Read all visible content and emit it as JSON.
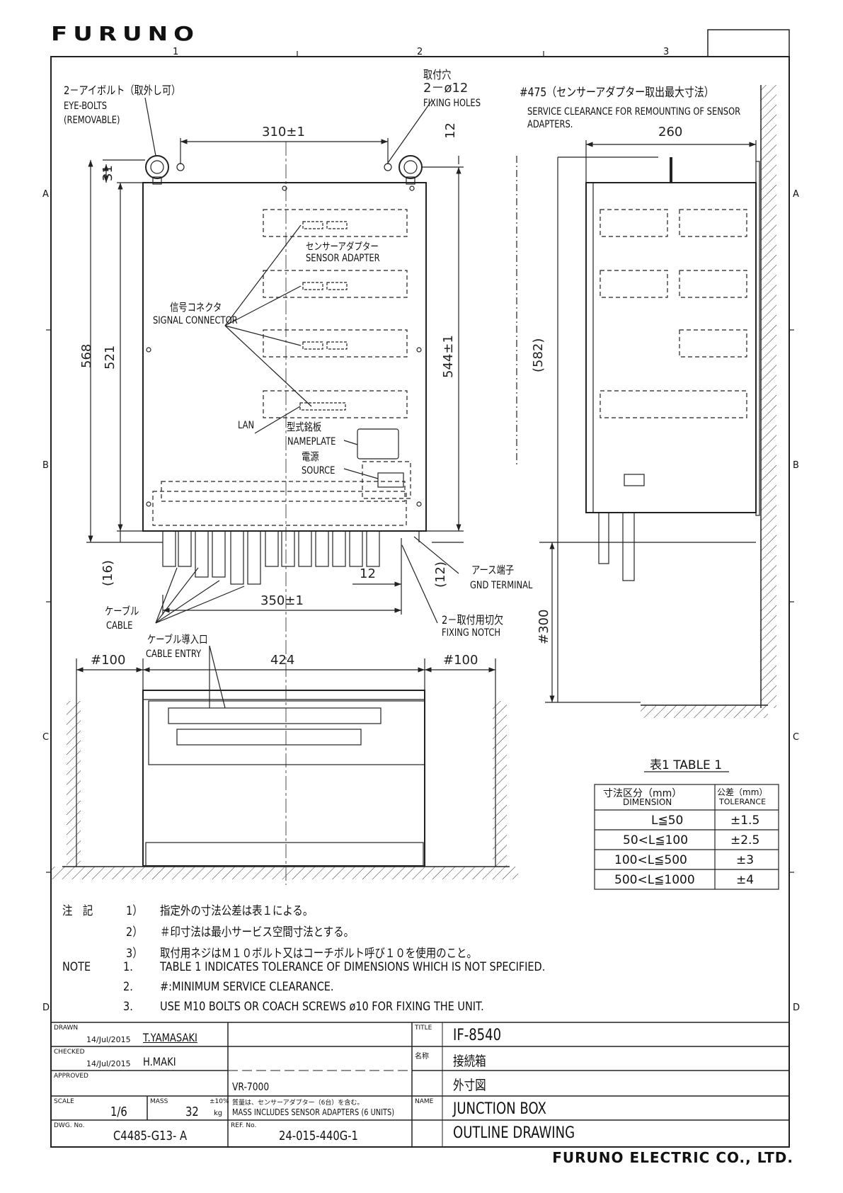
{
  "header": {
    "logo": "FURUNO",
    "zones": [
      "1",
      "2",
      "3"
    ],
    "rows": [
      "A",
      "B",
      "C",
      "D"
    ]
  },
  "front_view": {
    "eyebolts_jp": "2－アイボルト（取外し可）",
    "eyebolts_en_1": "EYE-BOLTS",
    "eyebolts_en_2": "(REMOVABLE)",
    "fixing_holes_jp_1": "取付穴",
    "fixing_holes_jp_2": "2－ø12",
    "fixing_holes_en": "FIXING HOLES",
    "dim_310": "310±1",
    "dim_12_top": "12",
    "dim_31": "31",
    "dim_568": "568",
    "dim_521": "521",
    "dim_544": "544±1",
    "dim_16": "(16)",
    "dim_12_bottom": "12",
    "dim_12_paren": "(12)",
    "dim_350": "350±1",
    "sensor_adapter_jp": "センサーアダプター",
    "sensor_adapter_en": "SENSOR ADAPTER",
    "signal_connector_jp": "信号コネクタ",
    "signal_connector_en": "SIGNAL CONNECTOR",
    "lan": "LAN",
    "nameplate_jp": "型式銘板",
    "nameplate_en": "NAMEPLATE",
    "source_jp": "電源",
    "source_en": "SOURCE",
    "gnd_jp": "アース端子",
    "gnd_en": "GND TERMINAL",
    "notch_jp": "2－取付用切欠",
    "notch_en": "FIXING NOTCH",
    "cable_jp": "ケーブル",
    "cable_en": "CABLE"
  },
  "side_view": {
    "clearance_jp": "#475（センサーアダプター取出最大寸法）",
    "clearance_en_1": "SERVICE CLEARANCE FOR REMOUNTING OF SENSOR",
    "clearance_en_2": "ADAPTERS.",
    "dim_260": "260",
    "dim_582": "(582)",
    "dim_300": "#300"
  },
  "bottom_view": {
    "cable_entry_jp": "ケーブル導入口",
    "cable_entry_en": "CABLE ENTRY",
    "dim_100_left": "#100",
    "dim_424": "424",
    "dim_100_right": "#100"
  },
  "table1": {
    "title": "表1 TABLE 1",
    "header_dim_jp": "寸法区分（mm）",
    "header_dim_en": "DIMENSION",
    "header_tol_jp": "公差（mm）",
    "header_tol_en": "TOLERANCE",
    "rows": [
      {
        "dim": "L≦50",
        "tol": "±1.5"
      },
      {
        "dim": "50<L≦100",
        "tol": "±2.5"
      },
      {
        "dim": "100<L≦500",
        "tol": "±3"
      },
      {
        "dim": "500<L≦1000",
        "tol": "±4"
      }
    ]
  },
  "notes": {
    "jp_label": "注　記",
    "jp": [
      {
        "n": "1）",
        "text": "指定外の寸法公差は表１による。"
      },
      {
        "n": "2）",
        "text": "＃印寸法は最小サービス空間寸法とする。"
      },
      {
        "n": "3）",
        "text": "取付用ネジはＭ１０ボルト又はコーチボルト呼び１０を使用のこと。"
      }
    ],
    "en_label": "NOTE",
    "en": [
      {
        "n": "1.",
        "text": "TABLE 1 INDICATES TOLERANCE OF DIMENSIONS WHICH IS NOT SPECIFIED."
      },
      {
        "n": "2.",
        "text": "#:MINIMUM SERVICE CLEARANCE."
      },
      {
        "n": "3.",
        "text": "USE M10 BOLTS OR COACH SCREWS ø10 FOR FIXING THE UNIT."
      }
    ]
  },
  "title_block": {
    "drawn_label": "DRAWN",
    "drawn_date": "14/Jul/2015",
    "drawn_by": "T.YAMASAKI",
    "checked_label": "CHECKED",
    "checked_date": "14/Jul/2015",
    "checked_by": "H.MAKI",
    "approved_label": "APPROVED",
    "scale_label": "SCALE",
    "scale": "1/6",
    "mass_label": "MASS",
    "mass": "32",
    "mass_tol": "±10%",
    "mass_unit": "kg",
    "dwg_label": "DWG. No.",
    "dwg_no": "C4485-G13- A",
    "ref_label": "REF. No.",
    "ref_no": "24-015-440G-1",
    "model_ref": "VR-7000",
    "mass_note_jp": "質量は、センサーアダプター（6台）を含む。",
    "mass_note_en": "MASS INCLUDES SENSOR ADAPTERS (6 UNITS)",
    "title_label": "TITLE",
    "title": "IF-8540",
    "name_jp_label": "名称",
    "name_jp_1": "接続箱",
    "name_jp_2": "外寸図",
    "name_label": "NAME",
    "name_1": "JUNCTION BOX",
    "name_2": "OUTLINE DRAWING"
  },
  "footer": {
    "company": "FURUNO ELECTRIC CO., LTD."
  }
}
